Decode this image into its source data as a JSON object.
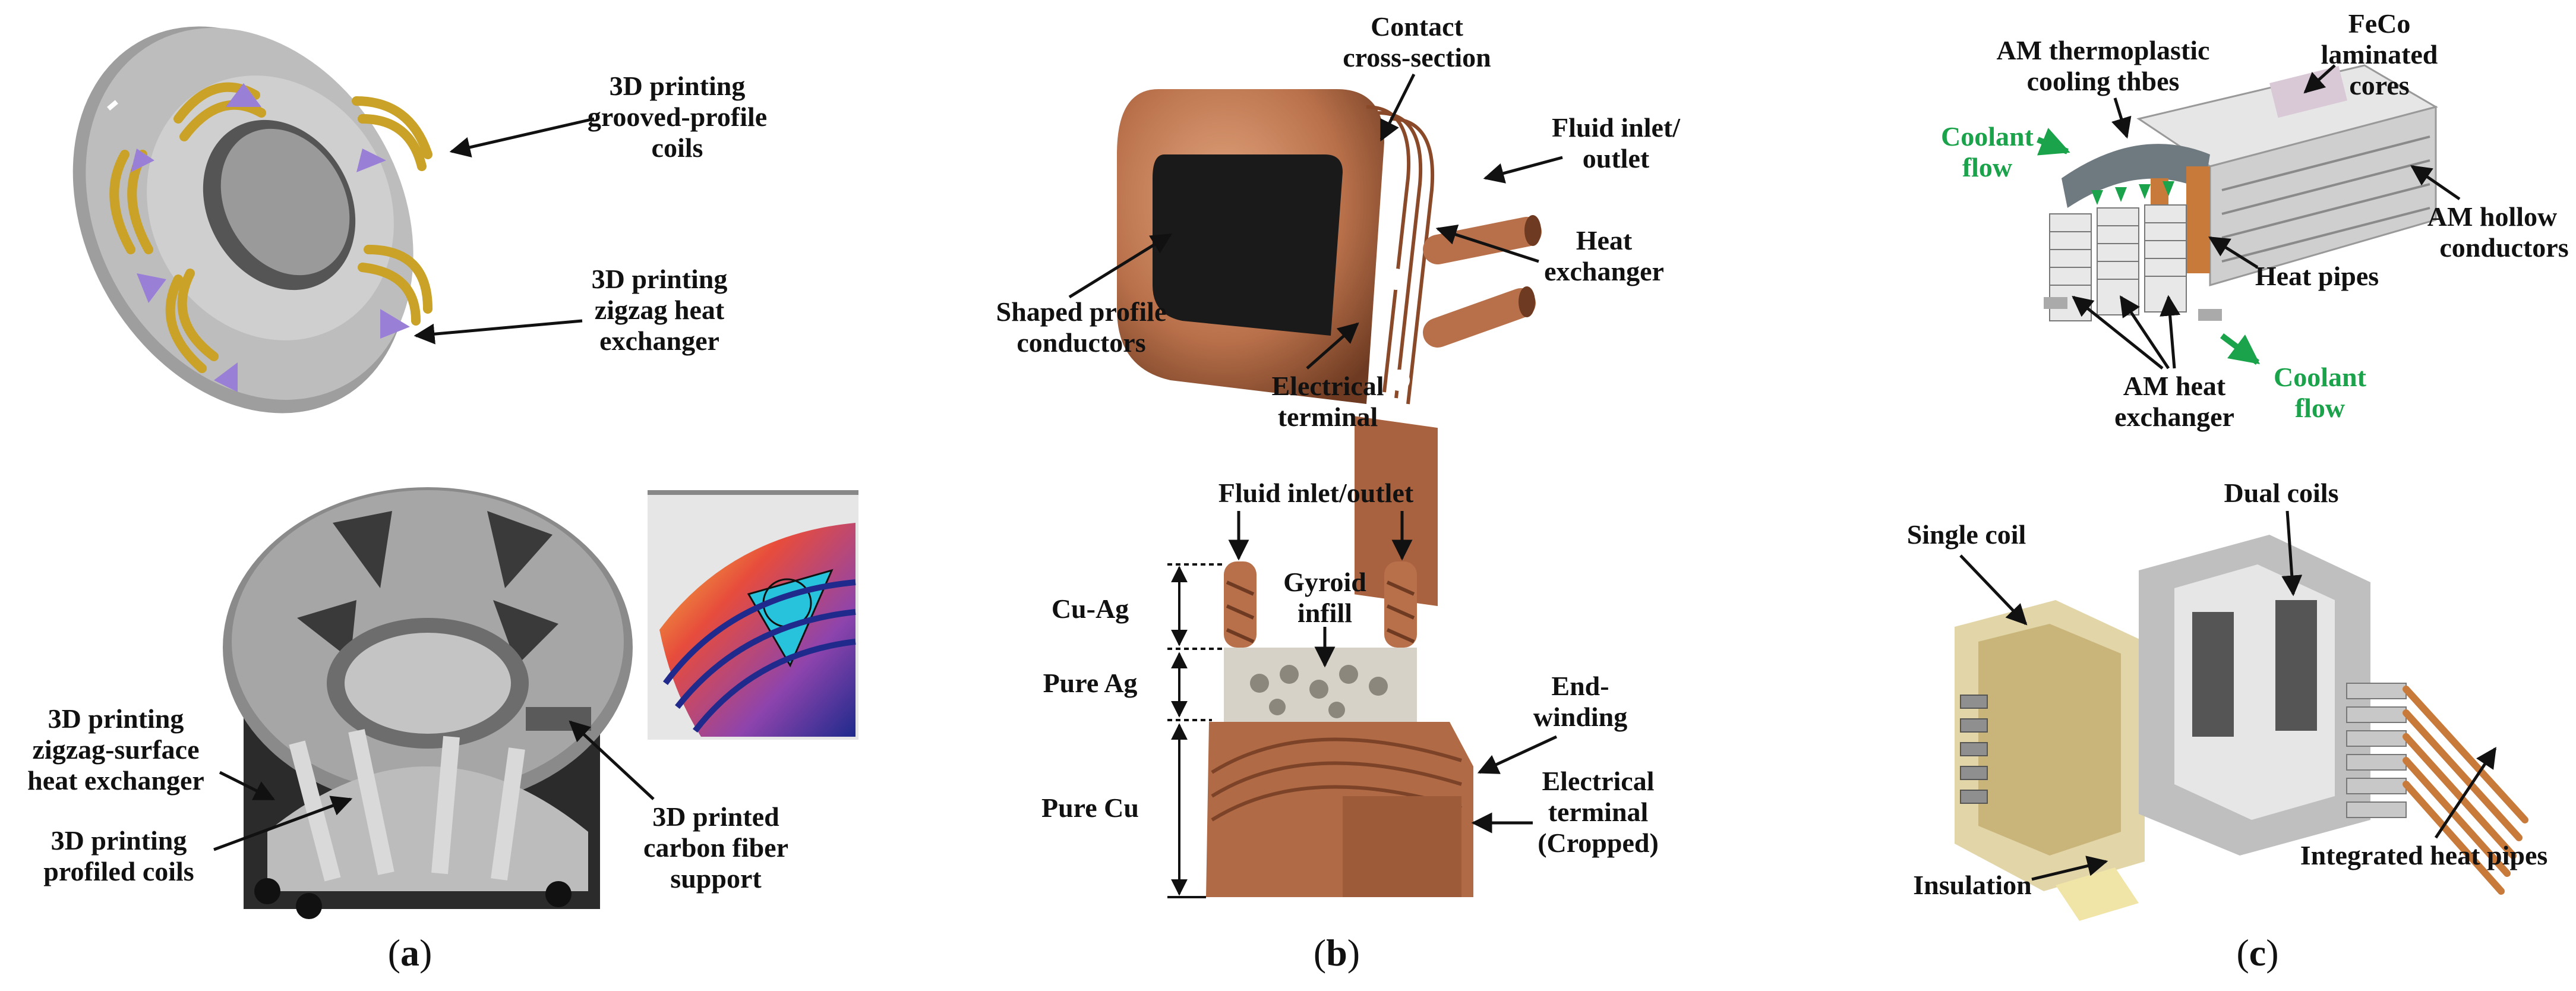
{
  "panels": {
    "a": {
      "caption_open": "(",
      "caption_letter": "a",
      "caption_close": ")",
      "labels": {
        "grooved_1": "3D printing",
        "grooved_2": "grooved-profile",
        "grooved_3": "coils",
        "zigzag_1": "3D printing",
        "zigzag_2": "zigzag heat",
        "zigzag_3": "exchanger",
        "zzsurf_1": "3D printing",
        "zzsurf_2": "zigzag-surface",
        "zzsurf_3": "heat exchanger",
        "profiled_1": "3D printing",
        "profiled_2": "profiled coils",
        "carbon_1": "3D printed",
        "carbon_2": "carbon fiber",
        "carbon_3": "support"
      }
    },
    "b": {
      "caption_open": "(",
      "caption_letter": "b",
      "caption_close": ")",
      "labels": {
        "contact_1": "Contact",
        "contact_2": "cross-section",
        "fluid_1": "Fluid inlet/",
        "fluid_2": "outlet",
        "heat_1": "Heat",
        "heat_2": "exchanger",
        "shaped_1": "Shaped profile",
        "shaped_2": "conductors",
        "elec_1": "Electrical",
        "elec_2": "terminal",
        "fluid_b": "Fluid inlet/outlet",
        "gyroid_1": "Gyroid",
        "gyroid_2": "infill",
        "cuag": "Cu-Ag",
        "pureag": "Pure Ag",
        "purecu": "Pure Cu",
        "endw_1": "End-",
        "endw_2": "winding",
        "eterm_1": "Electrical",
        "eterm_2": "terminal",
        "eterm_3": "(Cropped)"
      }
    },
    "c": {
      "caption_open": "(",
      "caption_letter": "c",
      "caption_close": ")",
      "labels": {
        "amthermo_1": "AM thermoplastic",
        "amthermo_2": "cooling thbes",
        "feco_1": "FeCo",
        "feco_2": "laminated",
        "feco_3": "cores",
        "coolant1_1": "Coolant",
        "coolant1_2": "flow",
        "amhollow_1": "AM  hollow",
        "amhollow_2": "conductors",
        "heatpipes": "Heat pipes",
        "amheat_1": "AM heat",
        "amheat_2": "exchanger",
        "coolant2_1": "Coolant",
        "coolant2_2": "flow",
        "dual": "Dual coils",
        "single": "Single coil",
        "insulation": "Insulation",
        "integrated": "Integrated heat pipes"
      }
    }
  },
  "colors": {
    "copper": "#b8704a",
    "gold": "#c9a227",
    "purple": "#9a7fd6",
    "steel": "#a9a9a9",
    "coolant_green": "#1aa34a"
  }
}
